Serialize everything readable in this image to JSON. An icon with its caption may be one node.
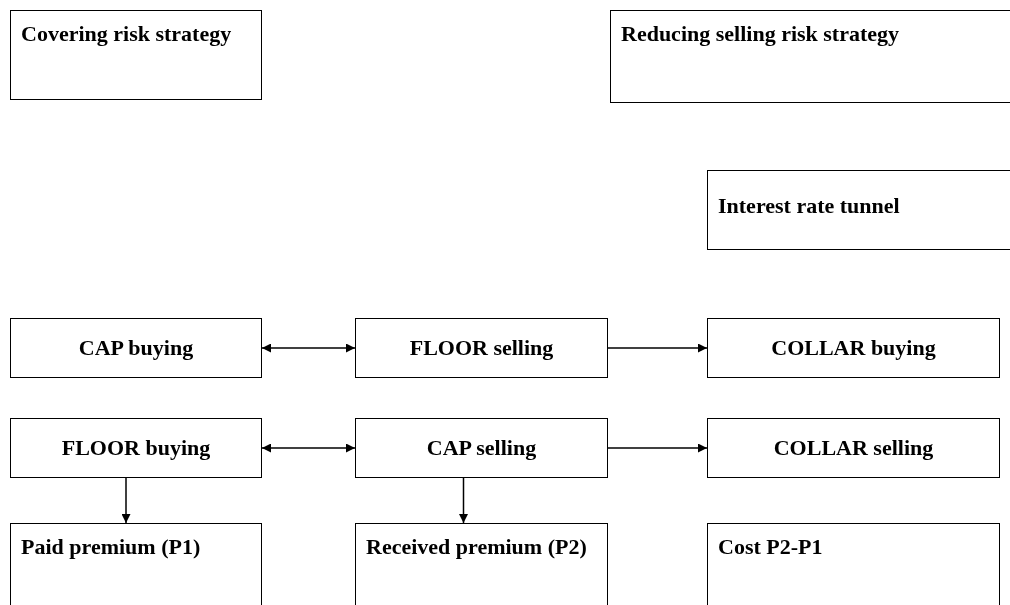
{
  "diagram": {
    "nodes": [
      {
        "text": [
          "Covering risk strategy"
        ]
      },
      {
        "text": [
          "Reducing selling risk strategy"
        ]
      },
      {
        "text": [
          "Interest rate tunnel"
        ]
      },
      {
        "text": [
          "CAP buying"
        ]
      },
      {
        "text": [
          "FLOOR selling"
        ]
      },
      {
        "text": [
          "COLLAR buying"
        ]
      },
      {
        "text": [
          "FLOOR buying"
        ]
      },
      {
        "text": [
          "CAP selling"
        ]
      },
      {
        "text": [
          "COLLAR selling"
        ]
      },
      {
        "text": [
          "Paid premium (P1)"
        ]
      },
      {
        "text": [
          "Received premium (P2)"
        ]
      },
      {
        "text": [
          "Cost P2-P1"
        ]
      }
    ],
    "edges": [
      {
        "from": 3,
        "to": 4,
        "arrow": "both"
      },
      {
        "from": 4,
        "to": 5,
        "arrow": "to"
      },
      {
        "from": 6,
        "to": 7,
        "arrow": "both"
      },
      {
        "from": 7,
        "to": 8,
        "arrow": "to"
      },
      {
        "from": 6,
        "to": 9,
        "arrow": "to"
      },
      {
        "from": 7,
        "to": 10,
        "arrow": "to"
      }
    ]
  }
}
